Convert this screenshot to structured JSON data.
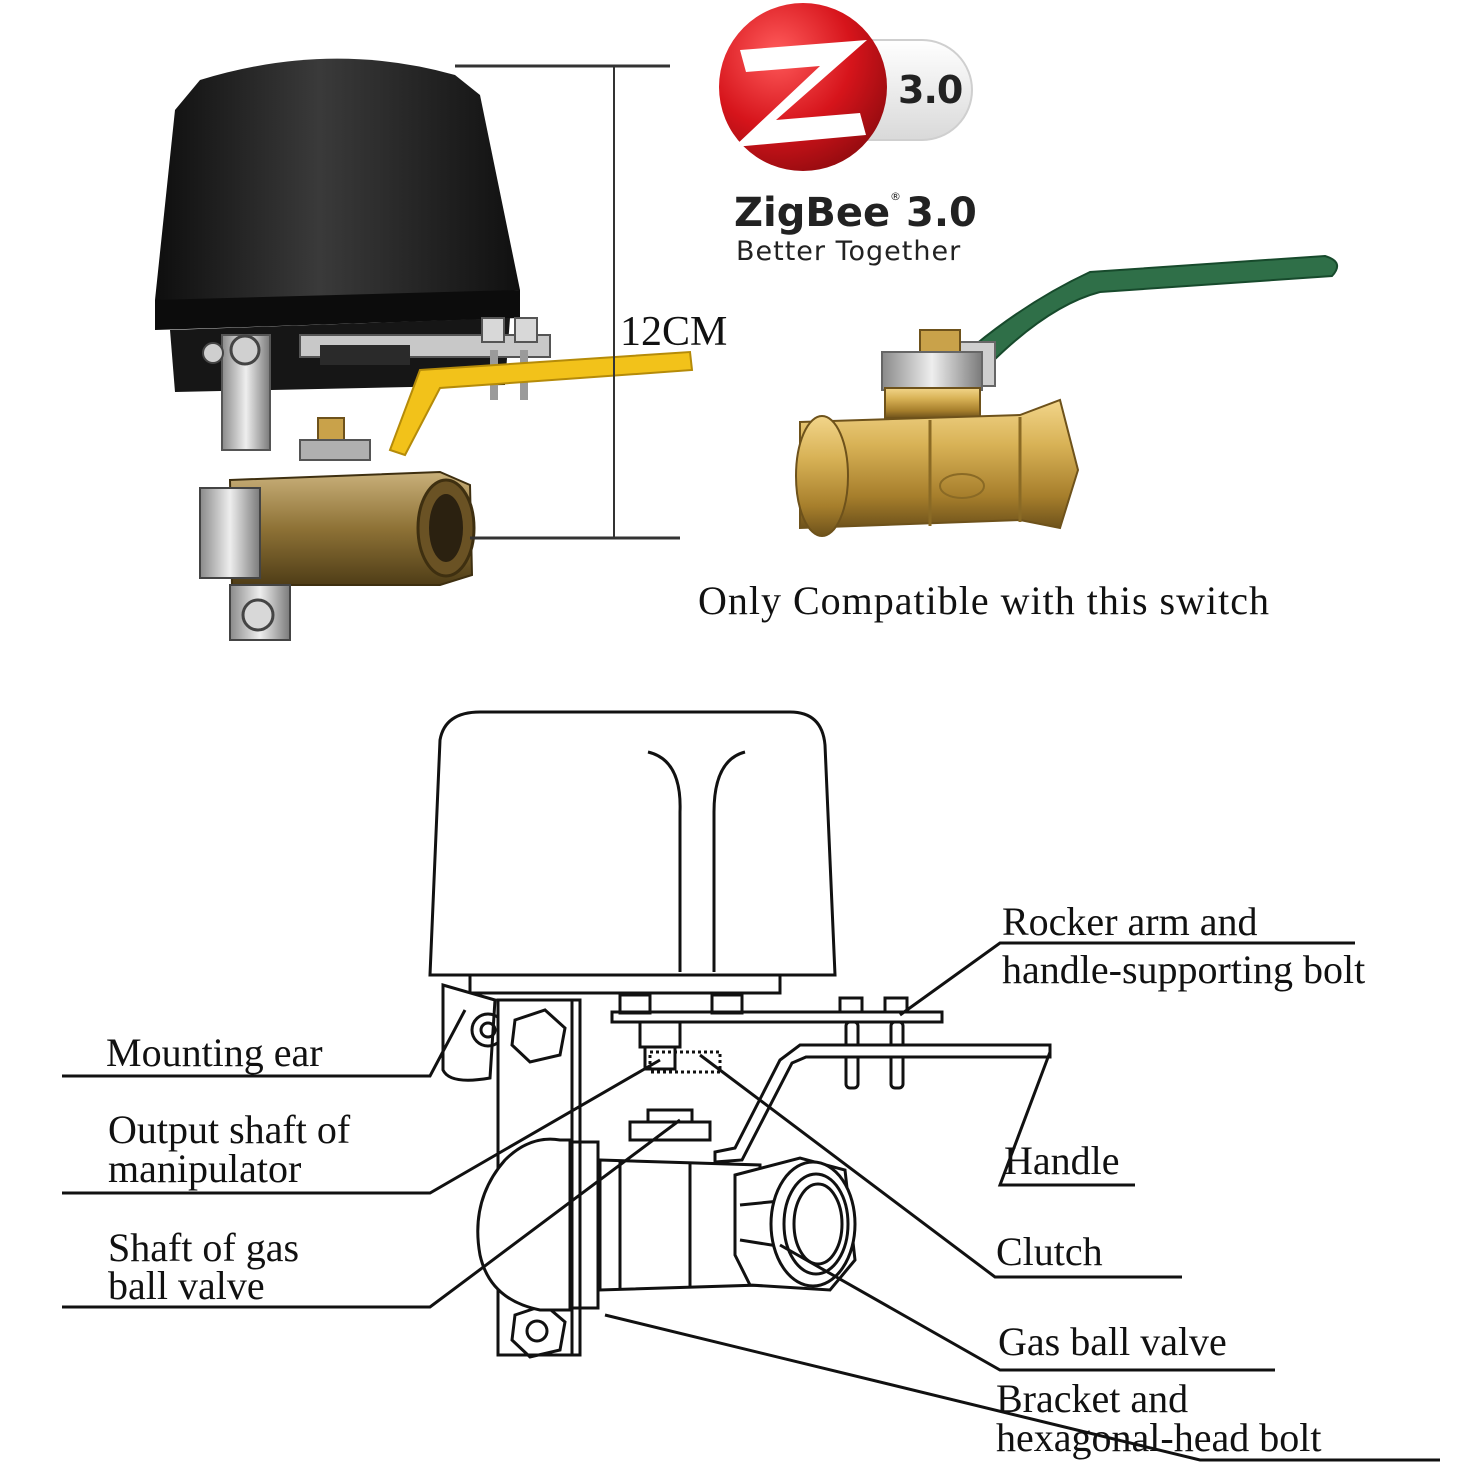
{
  "logo": {
    "badge_version": "3.0",
    "brand": "ZigBee",
    "brand_version": "3.0",
    "registered_mark": "®",
    "tagline": "Better Together",
    "colors": {
      "red": "#d6141b",
      "dark": "#222222"
    }
  },
  "top": {
    "dimension_label": "12CM",
    "compat_caption": "Only Compatible with this switch",
    "colors": {
      "actuator": "#1e1e1e",
      "handle_yellow": "#f2c21a",
      "handle_green": "#2f6f48",
      "brass": "#c9a24a"
    }
  },
  "diagram": {
    "labels": {
      "rocker_arm_1": "Rocker arm and",
      "rocker_arm_2": "handle-supporting bolt",
      "mounting_ear": "Mounting ear",
      "output_shaft_1": "Output shaft of",
      "output_shaft_2": "manipulator",
      "handle": "Handle",
      "shaft_gas_1": "Shaft of gas",
      "shaft_gas_2": "ball valve",
      "clutch": "Clutch",
      "gas_ball_valve": "Gas ball valve",
      "bracket_1": "Bracket and",
      "bracket_2": "hexagonal-head bolt"
    }
  }
}
